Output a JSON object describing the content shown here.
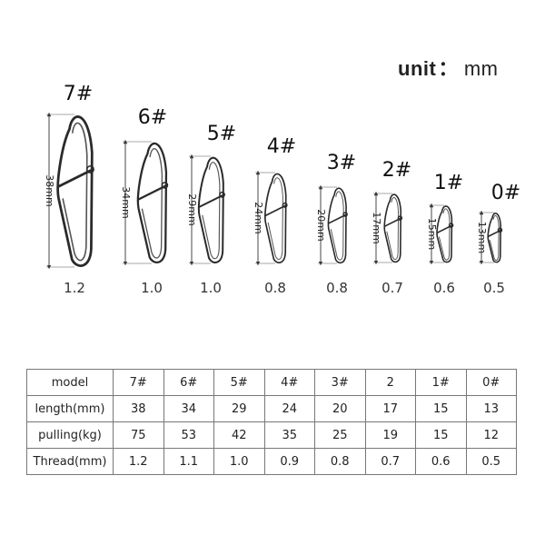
{
  "unit": {
    "label": "unit",
    "separator": "：",
    "value": "mm"
  },
  "snaps": [
    {
      "size": "7#",
      "length": "38mm",
      "thread": "1.2"
    },
    {
      "size": "6#",
      "length": "34mm",
      "thread": "1.0"
    },
    {
      "size": "5#",
      "length": "29mm",
      "thread": "1.0"
    },
    {
      "size": "4#",
      "length": "24mm",
      "thread": "0.8"
    },
    {
      "size": "3#",
      "length": "20mm",
      "thread": "0.8"
    },
    {
      "size": "2#",
      "length": "17mm",
      "thread": "0.7"
    },
    {
      "size": "1#",
      "length": "15mm",
      "thread": "0.6"
    },
    {
      "size": "0#",
      "length": "13mm",
      "thread": "0.5"
    }
  ],
  "table": {
    "rows": [
      {
        "header": "model",
        "cells": [
          "7#",
          "6#",
          "5#",
          "4#",
          "3#",
          "2",
          "1#",
          "0#"
        ]
      },
      {
        "header": "length(mm)",
        "cells": [
          "38",
          "34",
          "29",
          "24",
          "20",
          "17",
          "15",
          "13"
        ]
      },
      {
        "header": "pulling(kg)",
        "cells": [
          "75",
          "53",
          "42",
          "35",
          "25",
          "19",
          "15",
          "12"
        ]
      },
      {
        "header": "Thread(mm)",
        "cells": [
          "1.2",
          "1.1",
          "1.0",
          "0.9",
          "0.8",
          "0.7",
          "0.6",
          "0.5"
        ]
      }
    ]
  }
}
